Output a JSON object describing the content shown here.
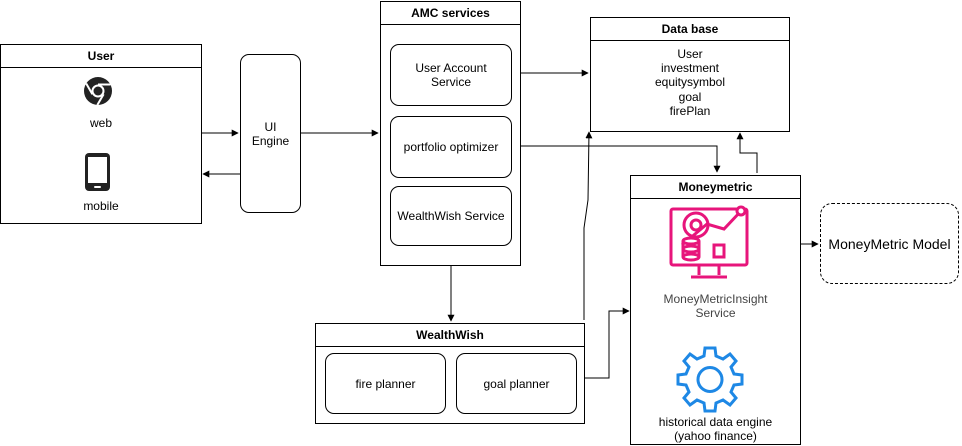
{
  "user": {
    "title": "User",
    "web_label": "web",
    "mobile_label": "mobile"
  },
  "ui_engine": {
    "label": "UI\nEngine"
  },
  "amc": {
    "title": "AMC services",
    "user_account_service": "User Account\nService",
    "portfolio_optimizer": "portfolio optimizer",
    "wealthwish_service": "WealthWish Service"
  },
  "database": {
    "title": "Data base",
    "items": [
      "User",
      "investment",
      "equitysymbol",
      "goal",
      "firePlan"
    ]
  },
  "moneymetric": {
    "title": "Moneymetric",
    "insight_service": "MoneyMetricInsight\nService",
    "historical_engine": "historical data engine\n(yahoo finance)"
  },
  "moneymetric_model": {
    "label": "MoneyMetric Model"
  },
  "wealthwish": {
    "title": "WealthWish",
    "fire_planner": "fire planner",
    "goal_planner": "goal planner"
  },
  "colors": {
    "accent_pink": "#E7157B",
    "accent_blue": "#1E88E5"
  },
  "icons": {
    "web": "chrome-icon",
    "mobile": "mobile-phone-icon",
    "insight": "analytics-monitor-icon",
    "engine": "gear-icon"
  }
}
